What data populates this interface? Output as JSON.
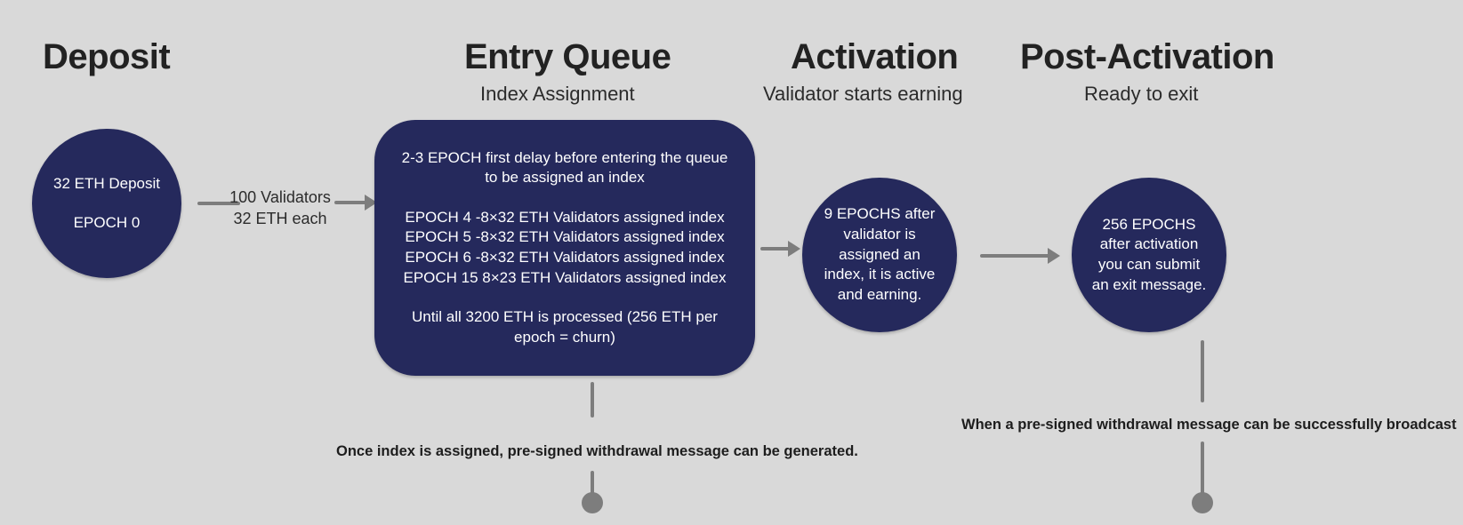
{
  "canvas": {
    "background": "#d9d9d9",
    "node_color": "#25295c",
    "connector_color": "#7d7d7d",
    "text_color": "#222222"
  },
  "stages": {
    "deposit": {
      "title": "Deposit",
      "subtitle": ""
    },
    "entry_queue": {
      "title": "Entry Queue",
      "subtitle": "Index Assignment"
    },
    "activation": {
      "title": "Activation",
      "subtitle": "Validator starts earning"
    },
    "post_activation": {
      "title": "Post-Activation",
      "subtitle": "Ready to exit"
    }
  },
  "nodes": {
    "deposit": {
      "line1": "32 ETH Deposit",
      "line2": "EPOCH 0"
    },
    "entry_queue": {
      "intro": "2-3 EPOCH first delay before entering the queue to be assigned an index",
      "epochs": [
        "EPOCH 4 -8×32 ETH Validators assigned index",
        "EPOCH 5 -8×32 ETH Validators assigned index",
        "EPOCH 6 -8×32 ETH Validators assigned index",
        "EPOCH 15 8×23 ETH Validators assigned index"
      ],
      "outro": "Until all 3200 ETH is processed (256 ETH per epoch = churn)"
    },
    "activation": {
      "lines": [
        "9 EPOCHS after",
        "validator is",
        "assigned an",
        "index, it is active",
        "and earning."
      ]
    },
    "post_activation": {
      "lines": [
        "256 EPOCHS",
        "after activation",
        "you can submit",
        "an exit message."
      ]
    }
  },
  "edges": {
    "deposit_to_queue": {
      "line1": "100 Validators",
      "line2": "32 ETH each"
    }
  },
  "captions": {
    "queue_note": "Once index is assigned, pre-signed withdrawal message can be generated.",
    "post_activation_note": "When a pre-signed withdrawal message can be successfully broadcast"
  }
}
